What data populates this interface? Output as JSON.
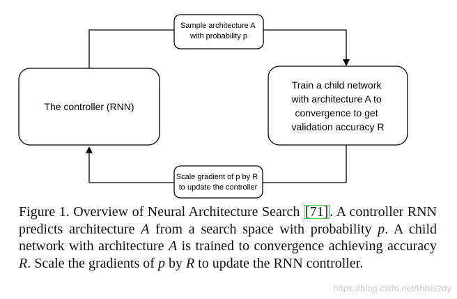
{
  "diagram": {
    "controller": "The controller (RNN)",
    "child_lines": [
      "Train a child network",
      "with architecture A to",
      "convergence to get",
      "validation accuracy R"
    ],
    "sample_lines": [
      "Sample architecture A",
      "with probability p"
    ],
    "scale_lines": [
      "Scale gradient of p by R",
      "to update the controller"
    ]
  },
  "caption": {
    "prefix": "Figure 1. Overview of Neural Architecture Search ",
    "ref": "[71]",
    "s1": ". A controller RNN predicts architecture ",
    "v_a": "A",
    "s2": " from a search space with probability ",
    "v_p": "p",
    "s3": ". A child network with architecture ",
    "v_a2": "A",
    "s4": " is trained to convergence achieving accuracy ",
    "v_r": "R",
    "s5": ". Scale the gradients of ",
    "v_p2": "p",
    "s6": " by ",
    "v_r2": "R",
    "s7": " to update the RNN controller."
  },
  "watermark": "https://blog.csdn.net/thisiszdy"
}
